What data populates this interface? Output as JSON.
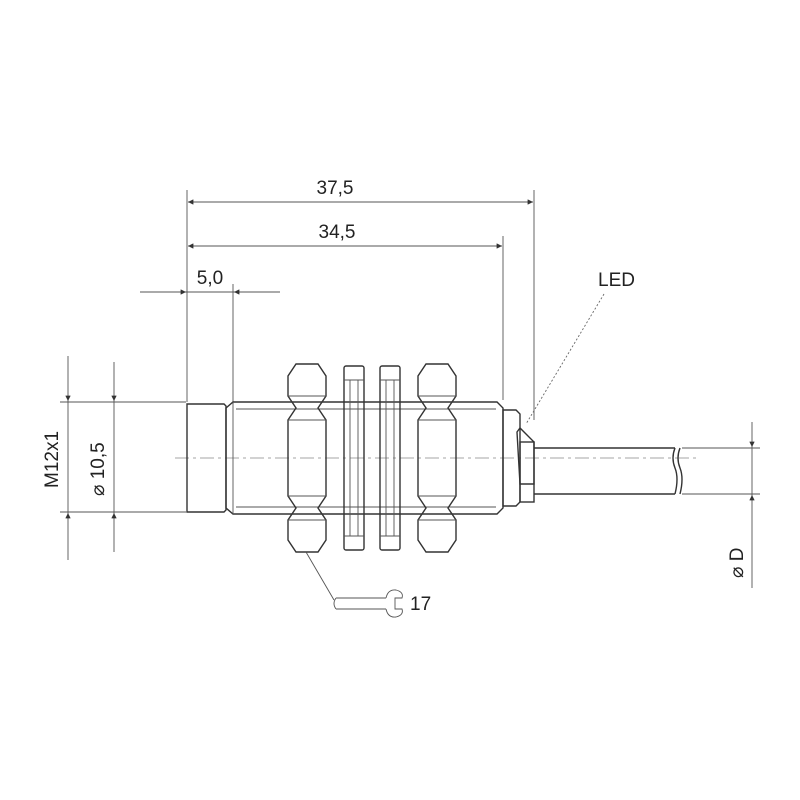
{
  "dimensions": {
    "overall_length": "37,5",
    "body_length": "34,5",
    "sensing_face_length": "5,0",
    "thread": "M12x1",
    "diameter": "⌀ 10,5",
    "cable_diameter": "⌀ D"
  },
  "labels": {
    "led": "LED",
    "wrench_size": "17"
  },
  "colors": {
    "line": "#333333",
    "background": "#ffffff"
  }
}
